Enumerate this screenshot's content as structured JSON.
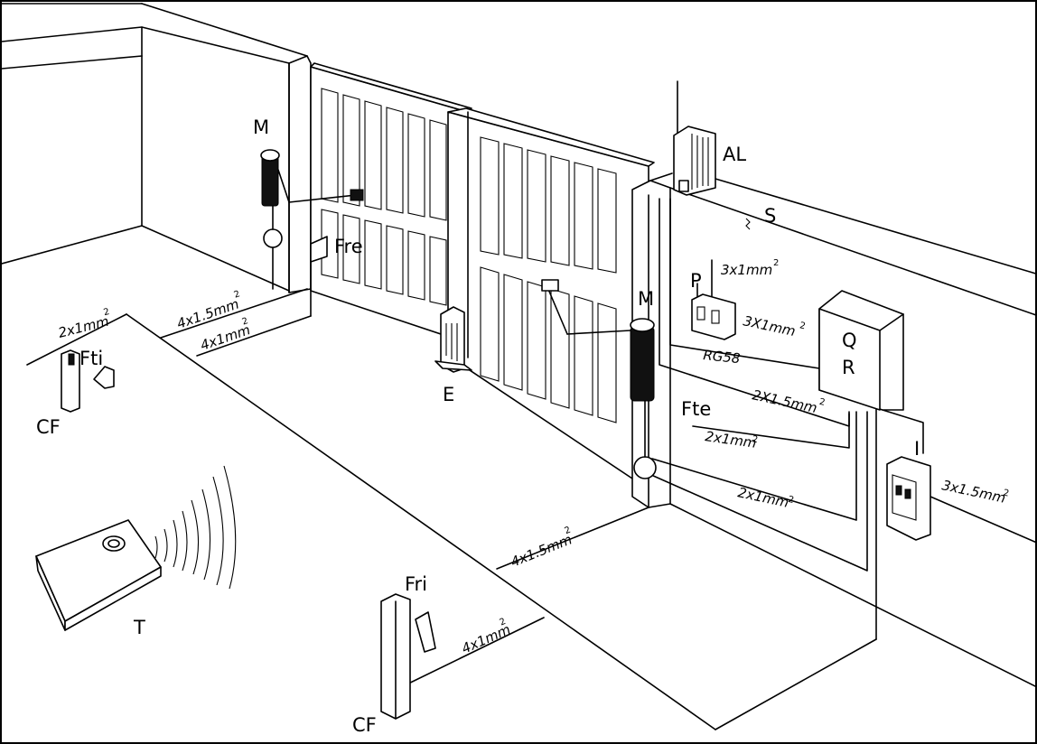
{
  "components": {
    "M_left": "M",
    "M_right": "M",
    "AL": "AL",
    "S": "S",
    "Fre": "Fre",
    "P": "P",
    "Q": "Q",
    "R": "R",
    "Fti": "Fti",
    "CF_left": "CF",
    "E": "E",
    "Fte": "Fte",
    "I": "I",
    "T": "T",
    "Fri": "Fri",
    "CF_bottom": "CF"
  },
  "cables": {
    "c1": {
      "text": "2x1mm",
      "sup": "2"
    },
    "c2": {
      "text": "4x1.5mm",
      "sup": "2"
    },
    "c3": {
      "text": "4x1mm",
      "sup": "2"
    },
    "c4": {
      "text": "3x1mm",
      "sup": "2"
    },
    "c5": {
      "text": "3X1mm",
      "sup": "2"
    },
    "c6": {
      "text": "RG58",
      "sup": ""
    },
    "c7": {
      "text": "2X1.5mm",
      "sup": "2"
    },
    "c8": {
      "text": "2x1mm",
      "sup": "2"
    },
    "c9": {
      "text": "2x1mm",
      "sup": "2"
    },
    "c10": {
      "text": "3x1.5mm",
      "sup": "2"
    },
    "c11": {
      "text": "4x1.5mm",
      "sup": "2"
    },
    "c12": {
      "text": "4x1mm",
      "sup": "2"
    }
  }
}
